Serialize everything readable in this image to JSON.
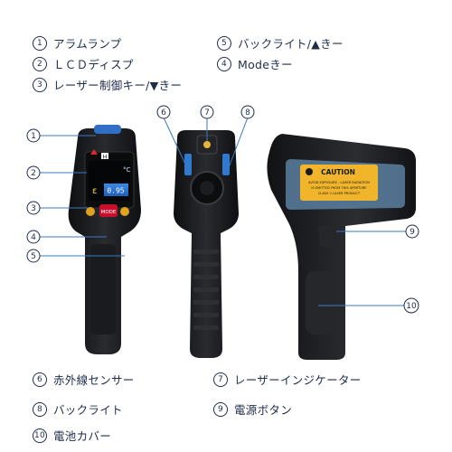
{
  "legend_top": [
    {
      "num": "1",
      "text": "アラムランプ"
    },
    {
      "num": "2",
      "text": "ＬＣＤディスプ"
    },
    {
      "num": "3",
      "text": "レーザー制御キー/▼きー"
    },
    {
      "num": "5",
      "text": "バックライト/▲きー"
    },
    {
      "num": "4",
      "text": "Modeきー"
    }
  ],
  "legend_bottom": [
    {
      "num": "6",
      "text": "赤外線センサー"
    },
    {
      "num": "7",
      "text": "レーザーインジケーター"
    },
    {
      "num": "8",
      "text": "バックライト"
    },
    {
      "num": "9",
      "text": "電源ボタン"
    },
    {
      "num": "10",
      "text": "電池カバー"
    }
  ],
  "callouts": {
    "c1": "1",
    "c2": "2",
    "c3": "3",
    "c4": "4",
    "c5": "5",
    "c6": "6",
    "c7": "7",
    "c8": "8",
    "c9": "9",
    "c10": "10"
  },
  "device_front": {
    "unit": "°C",
    "emissivity": "ε",
    "reading": "0.95",
    "mode_button": "MODE",
    "h_icon": "H"
  },
  "device_side": {
    "caution_title": "CAUTION",
    "caution_line1": "AVOID EXPOSURE - LASER RADIATION",
    "caution_line2": "IS EMITTED FROM THIS APERTURE",
    "caution_line3": "CLASS 2 LASER PRODUCT"
  },
  "colors": {
    "text": "#1f2d4a",
    "callout_line": "#3a78c2",
    "body_dark": "#1b1c1f",
    "screen_blue": "#2d77d8",
    "caution_yellow": "#f0b52a",
    "button_red": "#c8102e"
  }
}
